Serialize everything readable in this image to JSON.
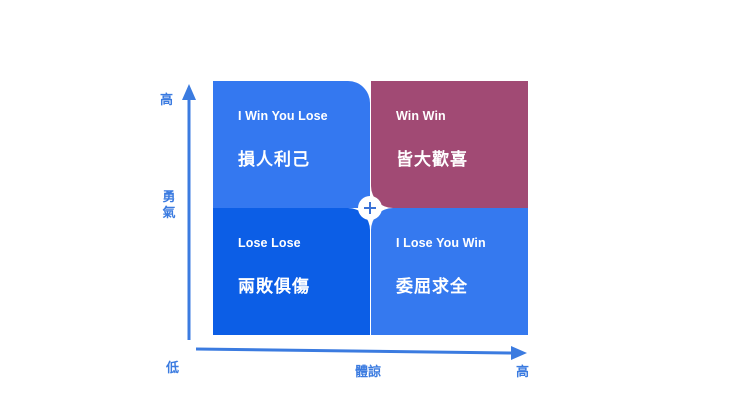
{
  "quadrants": {
    "top_left": {
      "title": "I Win You Lose",
      "label": "損人利己"
    },
    "top_right": {
      "title": "Win Win",
      "label": "皆大歡喜"
    },
    "bottom_left": {
      "title": "Lose Lose",
      "label": "兩敗俱傷"
    },
    "bottom_right": {
      "title": "I Lose You Win",
      "label": "委屈求全"
    }
  },
  "axes": {
    "y_high": "高",
    "y_title": "勇氣",
    "low": "低",
    "x_title": "體諒",
    "x_high": "高"
  },
  "colors": {
    "blue": "#3478f0",
    "dark_blue": "#0c5ee6",
    "magenta": "#a14a74",
    "axis": "#3b7be0"
  },
  "icons": {
    "center": "plus-icon"
  }
}
